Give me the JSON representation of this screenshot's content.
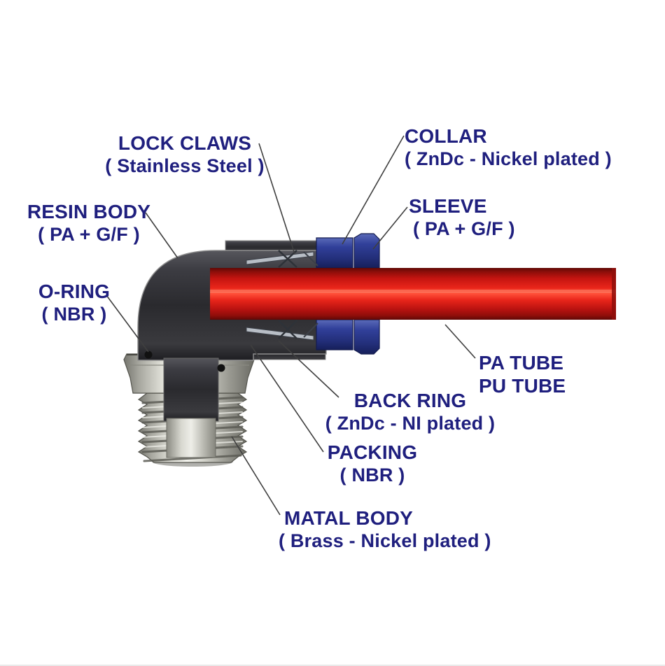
{
  "diagram": {
    "title": "Push-in elbow fitting cross-section",
    "labels": {
      "lock_claws": {
        "name": "LOCK CLAWS",
        "material": "( Stainless Steel )"
      },
      "collar": {
        "name": "COLLAR",
        "material": "( ZnDc - Nickel plated )"
      },
      "sleeve": {
        "name": "SLEEVE",
        "material": "( PA + G/F )"
      },
      "resin_body": {
        "name": "RESIN BODY",
        "material": "( PA + G/F )"
      },
      "o_ring": {
        "name": "O-RING",
        "material": "( NBR )"
      },
      "tube": {
        "line1": "PA TUBE",
        "line2": "PU TUBE"
      },
      "back_ring": {
        "name": "BACK RING",
        "material": "( ZnDc - NI plated )"
      },
      "packing": {
        "name": "PACKING",
        "material": "( NBR )"
      },
      "metal_body": {
        "name": "MATAL BODY",
        "material": "( Brass - Nickel plated )"
      }
    },
    "colors": {
      "label_text": "#1f1f7e",
      "leader_line": "#3f3f3f",
      "tube_red": "#e8251a",
      "body_dark": "#2a2a2e",
      "collar_blue": "#31409a",
      "metal_light": "#e2e2da"
    }
  }
}
